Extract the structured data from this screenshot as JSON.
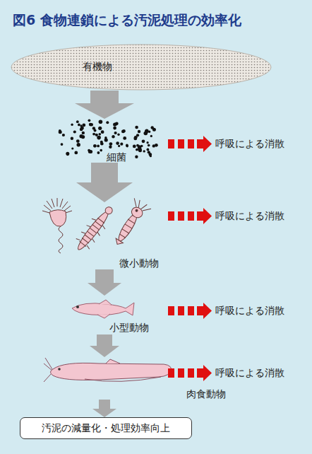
{
  "diagram": {
    "title": "図6 食物連鎖による汚泥処理の効率化",
    "nodes": [
      {
        "text": [
          "有機物"
        ]
      },
      {
        "text": [
          "細菌"
        ]
      },
      {
        "text": [
          "微小動物"
        ]
      },
      {
        "text": [
          "小型動物"
        ]
      },
      {
        "text": [
          "肉食動物"
        ]
      },
      {
        "text": [
          "汚泥の減量化・処理効率向上"
        ]
      }
    ],
    "edges": [
      {
        "from": 0,
        "to": 1,
        "arrow": "to"
      },
      {
        "from": 1,
        "to": 2,
        "arrow": "to"
      },
      {
        "from": 2,
        "to": 3,
        "arrow": "to"
      },
      {
        "from": 3,
        "to": 4,
        "arrow": "to"
      },
      {
        "from": 4,
        "to": 5,
        "arrow": "to"
      }
    ],
    "labels": [
      "呼吸による消散",
      "呼吸による消散",
      "呼吸による消散",
      "呼吸による消散"
    ]
  }
}
